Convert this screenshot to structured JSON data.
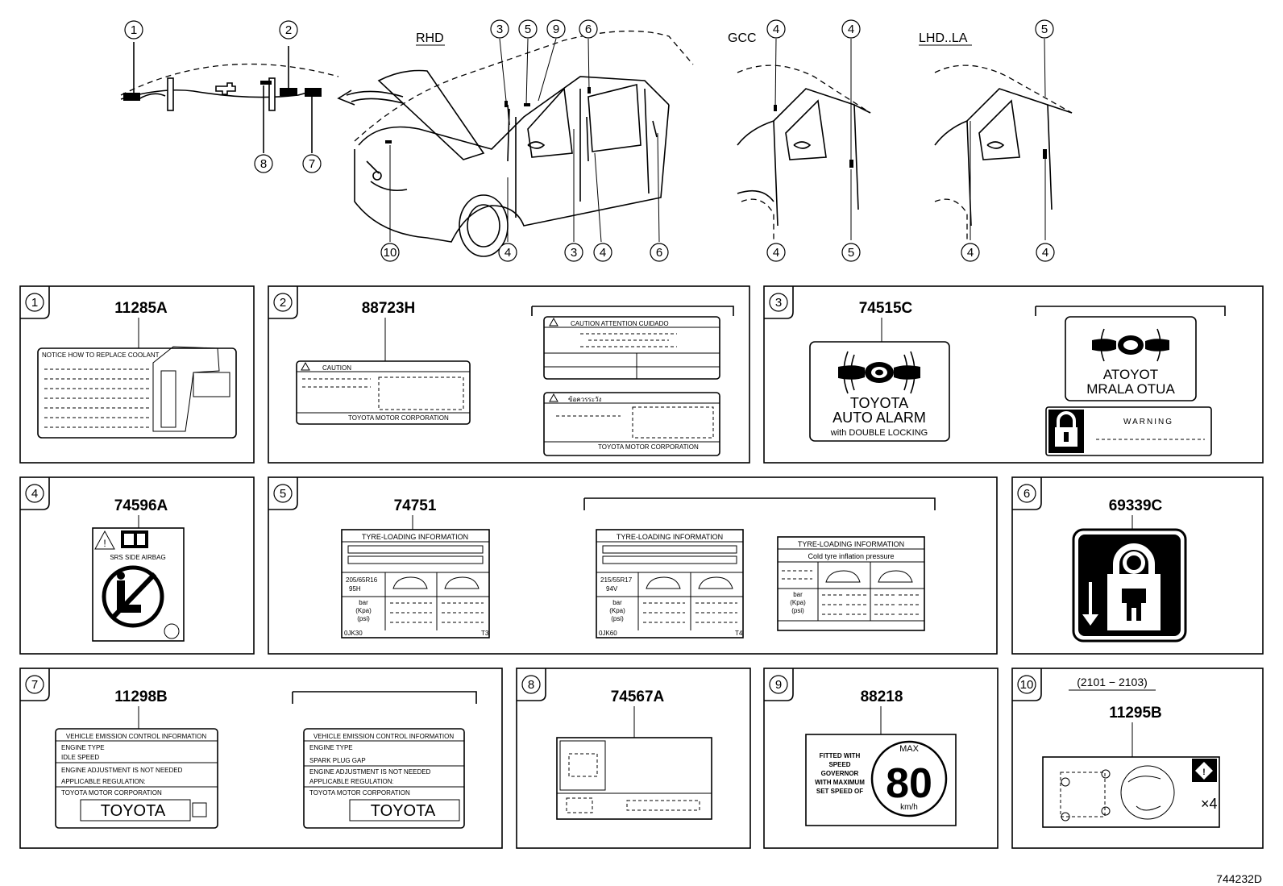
{
  "drawing_id": "744232D",
  "views": [
    {
      "label": "RHD"
    },
    {
      "label": "GCC"
    },
    {
      "label": "LHD..LA"
    }
  ],
  "callouts": {
    "top_panel": [
      "1",
      "2",
      "8",
      "7"
    ],
    "rhd_top": [
      "3",
      "5",
      "9",
      "6"
    ],
    "rhd_bottom": [
      "10",
      "4",
      "3",
      "4",
      "6"
    ],
    "gcc_top": [
      "4",
      "4"
    ],
    "gcc_bottom": [
      "4",
      "5"
    ],
    "lhd_top": [
      "5"
    ],
    "lhd_bottom": [
      "4",
      "4"
    ]
  },
  "panels": [
    {
      "num": "1",
      "part": "11285A",
      "label": {
        "header": "NOTICE HOW TO REPLACE COOLANT"
      }
    },
    {
      "num": "2",
      "part": "88723H",
      "labels": [
        {
          "header": "CAUTION",
          "footer": "TOYOTA MOTOR CORPORATION"
        },
        {
          "header": "CAUTION  ATTENTION  CUIDADO"
        },
        {
          "header": "ข้อควรระวัง",
          "footer": "TOYOTA MOTOR CORPORATION"
        }
      ]
    },
    {
      "num": "3",
      "part": "74515C",
      "labels": [
        {
          "line1": "TOYOTA",
          "line2": "AUTO ALARM",
          "line3": "with DOUBLE LOCKING"
        },
        {
          "line1": "ATOYOT",
          "line2": "MRALA OTUA"
        },
        {
          "header": "WARNING"
        }
      ]
    },
    {
      "num": "4",
      "part": "74596A",
      "label": {
        "caption": "SRS SIDE AIRBAG"
      }
    },
    {
      "num": "5",
      "part": "74751",
      "labels": [
        {
          "header": "TYRE-LOADING INFORMATION",
          "size": "205/65R16",
          "load": "95H",
          "units": [
            "bar",
            "(Kpa)",
            "(psi)"
          ],
          "code": "0JK30",
          "tag": "T3"
        },
        {
          "header": "TYRE-LOADING INFORMATION",
          "size": "215/55R17",
          "load": "94V",
          "units": [
            "bar",
            "(Kpa)",
            "(psi)"
          ],
          "code": "0JK60",
          "tag": "T4"
        },
        {
          "header": "TYRE-LOADING INFORMATION",
          "subheader": "Cold tyre inflation pressure",
          "units": [
            "bar",
            "(Kpa)",
            "(psi)"
          ]
        }
      ]
    },
    {
      "num": "6",
      "part": "69339C"
    },
    {
      "num": "7",
      "part": "11298B",
      "labels": [
        {
          "header": "VEHICLE EMISSION CONTROL INFORMATION",
          "lines": [
            "ENGINE TYPE",
            "IDLE SPEED",
            "ENGINE ADJUSTMENT IS NOT NEEDED",
            "APPLICABLE REGULATION:",
            "TOYOTA MOTOR CORPORATION"
          ],
          "brand": "TOYOTA"
        },
        {
          "header": "VEHICLE EMISSION CONTROL INFORMATION",
          "lines": [
            "ENGINE TYPE",
            "SPARK PLUG GAP",
            "ENGINE ADJUSTMENT IS NOT NEEDED",
            "APPLICABLE REGULATION:",
            "TOYOTA MOTOR CORPORATION"
          ],
          "brand": "TOYOTA"
        }
      ]
    },
    {
      "num": "8",
      "part": "74567A"
    },
    {
      "num": "9",
      "part": "88218",
      "label": {
        "text_lines": [
          "FITTED WITH",
          "SPEED",
          "GOVERNOR",
          "WITH MAXIMUM",
          "SET SPEED OF"
        ],
        "max": "MAX",
        "speed": "80",
        "unit": "km/h"
      }
    },
    {
      "num": "10",
      "part": "11295B",
      "date_range": "(2101 − 2103)",
      "label": {
        "multiplier": "×4"
      }
    }
  ]
}
